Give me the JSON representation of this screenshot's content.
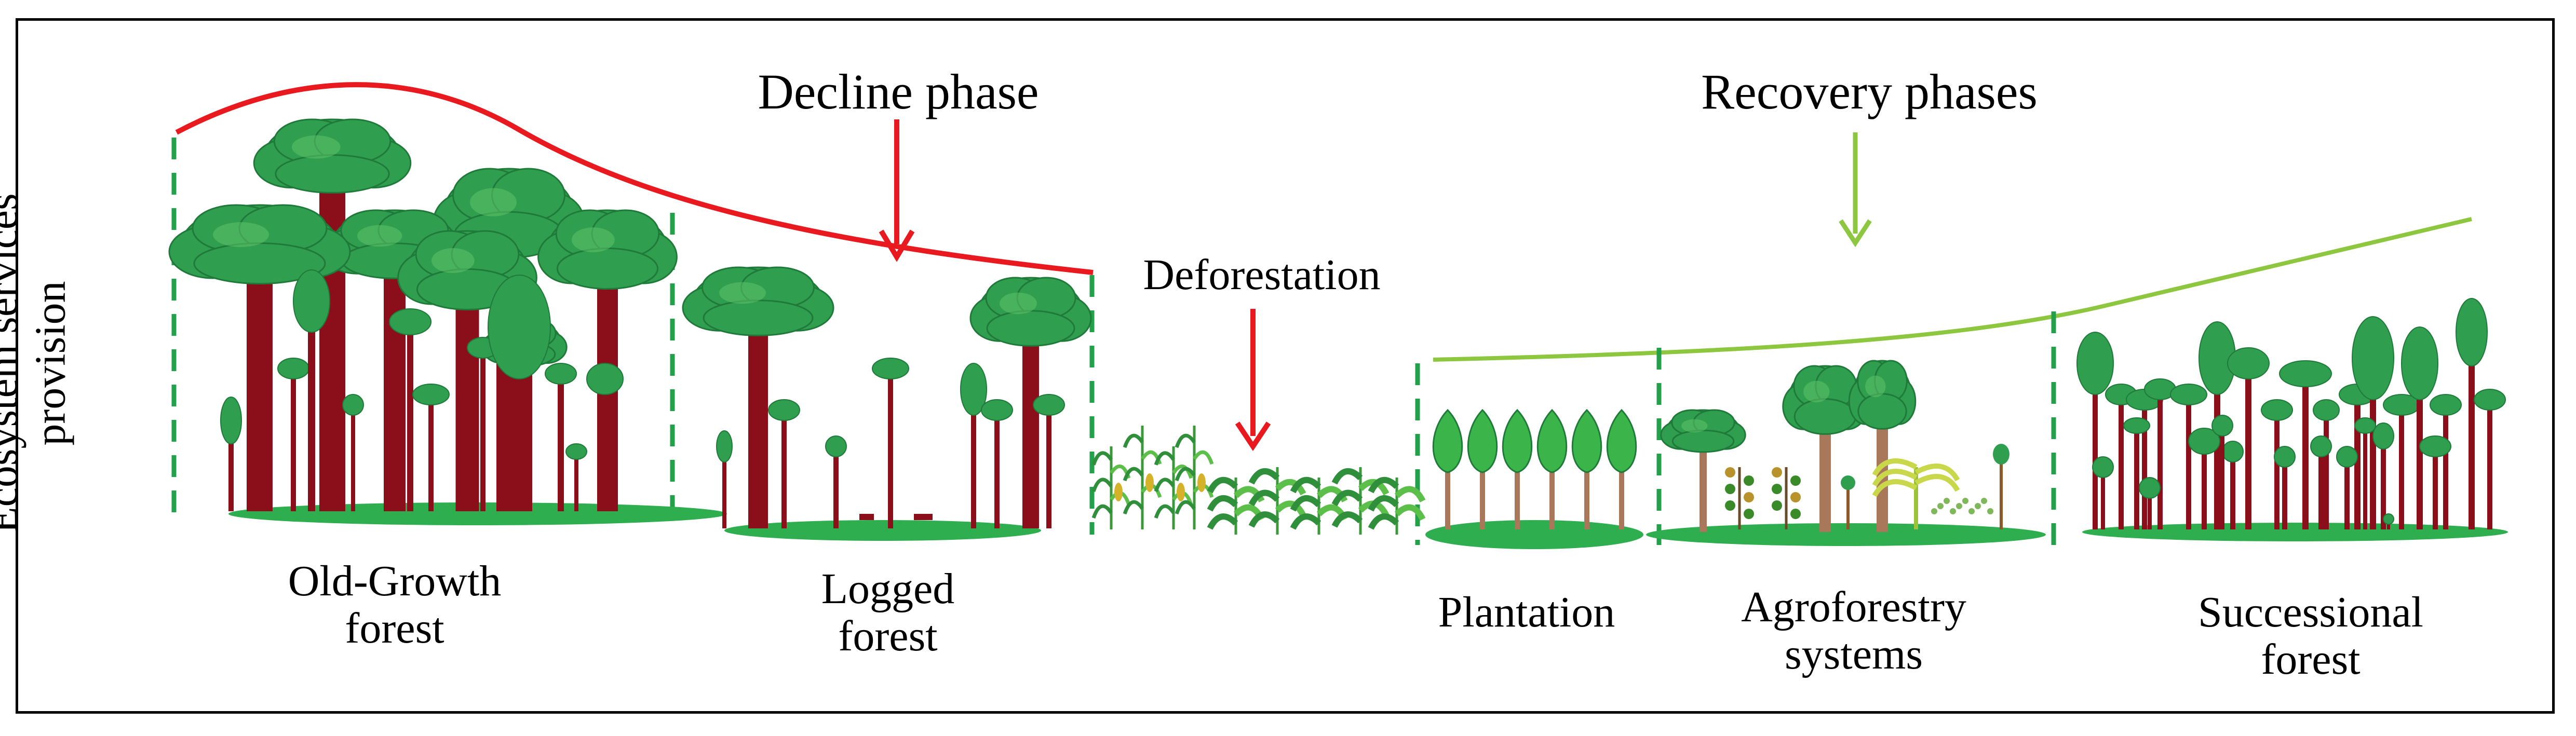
{
  "y_axis_label": [
    "Ecosystem services",
    "provision"
  ],
  "phases": {
    "decline": "Decline phase",
    "deforestation": "Deforestation",
    "recovery": "Recovery phases"
  },
  "stages": [
    {
      "line1": "Old-Growth",
      "line2": "forest"
    },
    {
      "line1": "Logged",
      "line2": "forest"
    },
    {
      "line1": "Plantation",
      "line2": ""
    },
    {
      "line1": "Agroforestry",
      "line2": "systems"
    },
    {
      "line1": "Successional",
      "line2": "forest"
    }
  ],
  "colors": {
    "decline_curve": "#e8191f",
    "recovery_curve": "#8dc63f",
    "canopy": "#2f9e4f",
    "canopy_light": "#5cc36a",
    "trunk": "#8b0f1a",
    "ground": "#2fae4f",
    "divider": "#22a04a",
    "plantation_tree": "#3bb54a",
    "plantation_trunk": "#a9785a"
  }
}
